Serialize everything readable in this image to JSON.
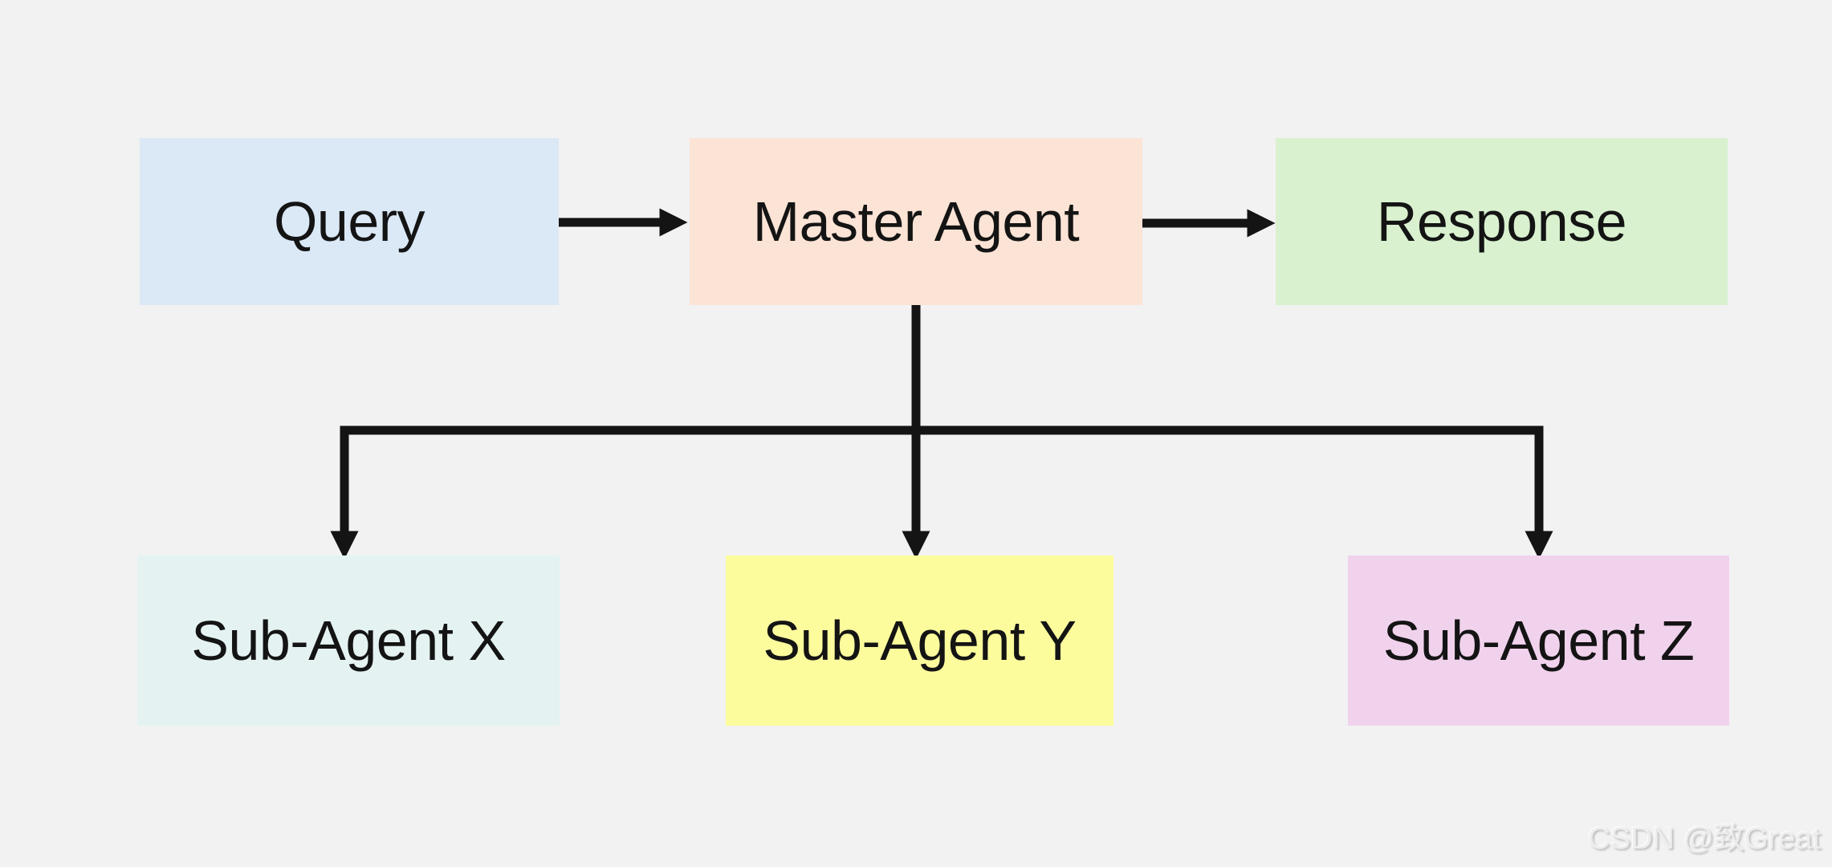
{
  "page": {
    "background_color": "#f2f2f2",
    "arrow_color": "#141414"
  },
  "diagram": {
    "type": "flowchart",
    "nodes": {
      "query": {
        "label": "Query",
        "color": "#dbe8f6"
      },
      "master": {
        "label": "Master Agent",
        "color": "#fbe3d5"
      },
      "response": {
        "label": "Response",
        "color": "#d9f1cf"
      },
      "subx": {
        "label": "Sub-Agent X",
        "color": "#e4f3f2"
      },
      "suby": {
        "label": "Sub-Agent Y",
        "color": "#fcfc9d"
      },
      "subz": {
        "label": "Sub-Agent Z",
        "color": "#f1d2ed"
      }
    },
    "edges": [
      {
        "from": "Query",
        "to": "Master Agent"
      },
      {
        "from": "Master Agent",
        "to": "Response"
      },
      {
        "from": "Master Agent",
        "to": "Sub-Agent X"
      },
      {
        "from": "Master Agent",
        "to": "Sub-Agent Y"
      },
      {
        "from": "Master Agent",
        "to": "Sub-Agent Z"
      }
    ]
  },
  "watermark": {
    "text": "CSDN @致Great",
    "color": "#edecee"
  }
}
